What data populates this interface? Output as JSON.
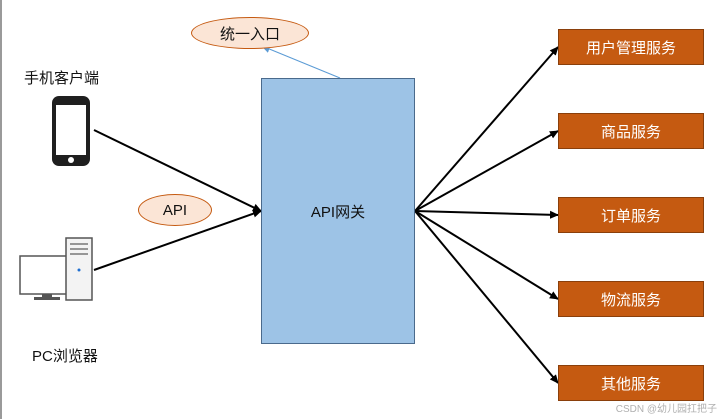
{
  "labels": {
    "mobile_client": "手机客户端",
    "pc_browser": "PC浏览器",
    "gateway": "API网关",
    "unified_entry": "统一入口",
    "api": "API"
  },
  "services": [
    "用户管理服务",
    "商品服务",
    "订单服务",
    "物流服务",
    "其他服务"
  ],
  "watermark": "CSDN @幼儿园扛把子",
  "colors": {
    "gateway_fill": "#9dc3e6",
    "service_fill": "#c55a11",
    "ellipse_fill": "#fbe5d6",
    "entry_arrow": "#5b9bd5"
  },
  "icons": [
    "phone-icon",
    "desktop-computer-icon"
  ]
}
